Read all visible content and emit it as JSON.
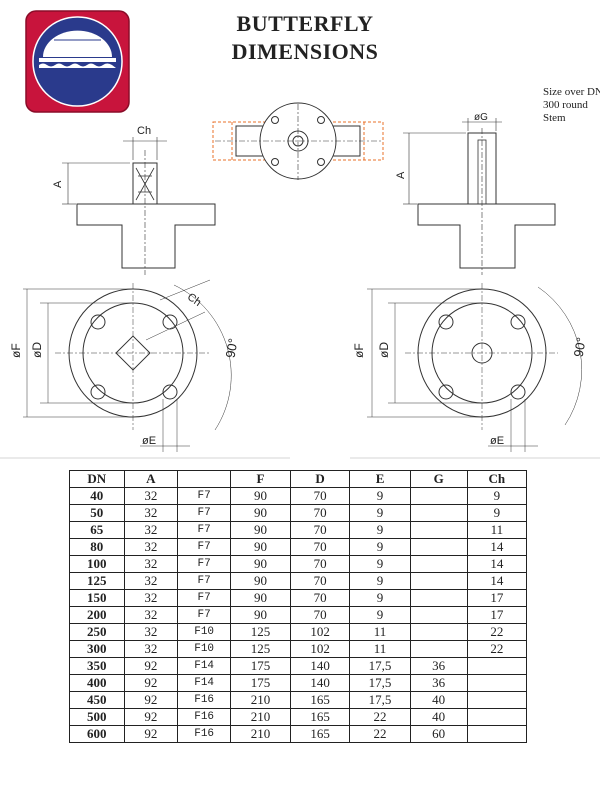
{
  "title_line1": "BUTTERFLY",
  "title_line2": "DIMENSIONS",
  "note": "Size over DN 300 round Stem",
  "drawing_labels": {
    "ch_top": "Ch",
    "a_left": "A",
    "g_top": "øG",
    "a_right": "A",
    "ch_diag": "Ch",
    "f_left": "øF",
    "d_left": "øD",
    "angle_left": "90°",
    "e_left": "øE",
    "f_right": "øF",
    "d_right": "øD",
    "angle_right": "90°",
    "e_right": "øE"
  },
  "table": {
    "headers": [
      "DN",
      "A",
      "",
      "F",
      "D",
      "E",
      "G",
      "Ch"
    ],
    "rows": [
      [
        "40",
        "32",
        "F7",
        "90",
        "70",
        "9",
        "",
        "9"
      ],
      [
        "50",
        "32",
        "F7",
        "90",
        "70",
        "9",
        "",
        "9"
      ],
      [
        "65",
        "32",
        "F7",
        "90",
        "70",
        "9",
        "",
        "11"
      ],
      [
        "80",
        "32",
        "F7",
        "90",
        "70",
        "9",
        "",
        "14"
      ],
      [
        "100",
        "32",
        "F7",
        "90",
        "70",
        "9",
        "",
        "14"
      ],
      [
        "125",
        "32",
        "F7",
        "90",
        "70",
        "9",
        "",
        "14"
      ],
      [
        "150",
        "32",
        "F7",
        "90",
        "70",
        "9",
        "",
        "17"
      ],
      [
        "200",
        "32",
        "F7",
        "90",
        "70",
        "9",
        "",
        "17"
      ],
      [
        "250",
        "32",
        "F10",
        "125",
        "102",
        "11",
        "",
        "22"
      ],
      [
        "300",
        "32",
        "F10",
        "125",
        "102",
        "11",
        "",
        "22"
      ],
      [
        "350",
        "92",
        "F14",
        "175",
        "140",
        "17,5",
        "36",
        ""
      ],
      [
        "400",
        "92",
        "F14",
        "175",
        "140",
        "17,5",
        "36",
        ""
      ],
      [
        "450",
        "92",
        "F16",
        "210",
        "165",
        "17,5",
        "40",
        ""
      ],
      [
        "500",
        "92",
        "F16",
        "210",
        "165",
        "22",
        "40",
        ""
      ],
      [
        "600",
        "92",
        "F16",
        "210",
        "165",
        "22",
        "60",
        ""
      ]
    ]
  },
  "colors": {
    "logo_red": "#c8143c",
    "logo_blue": "#2a3a8c",
    "dash_orange": "#e8702a"
  }
}
